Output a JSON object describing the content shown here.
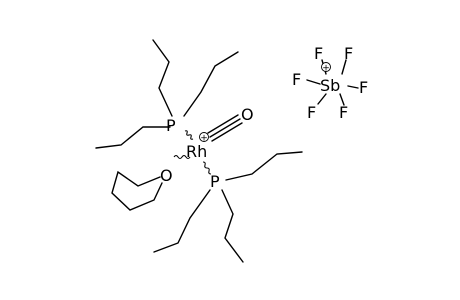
{
  "molecule": {
    "atoms": {
      "p_top": "P",
      "p_bottom": "P",
      "rhodium": "Rh",
      "oxygen_thf": "O",
      "oxygen_co": "O",
      "antimony": "Sb",
      "fluorine_1": "F",
      "fluorine_2": "F",
      "fluorine_3": "F",
      "fluorine_4": "F",
      "fluorine_5": "F",
      "fluorine_6": "F"
    },
    "charges": {
      "rhodium": "+",
      "antimony": "+"
    },
    "colors": {
      "ink": "#000000",
      "background": "#ffffff"
    }
  }
}
